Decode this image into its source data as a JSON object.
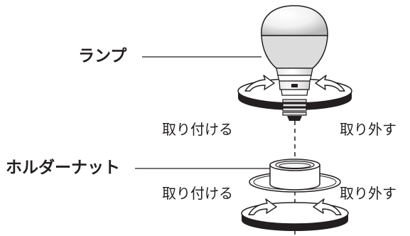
{
  "labels": {
    "lamp": "ランプ",
    "holder_nut": "ホルダーナット",
    "attach_upper": "取り付ける",
    "remove_upper": "取り外す",
    "attach_lower": "取り付ける",
    "remove_lower": "取り外す"
  },
  "colors": {
    "line": "#231f20",
    "ring_top": "#ffffff",
    "ring_side": "#231f20",
    "lamp_bulb": "#f3f3f3",
    "lamp_shade": "#d6d6d6"
  },
  "icons": {
    "rotate_arrows": "curved-arrow"
  }
}
